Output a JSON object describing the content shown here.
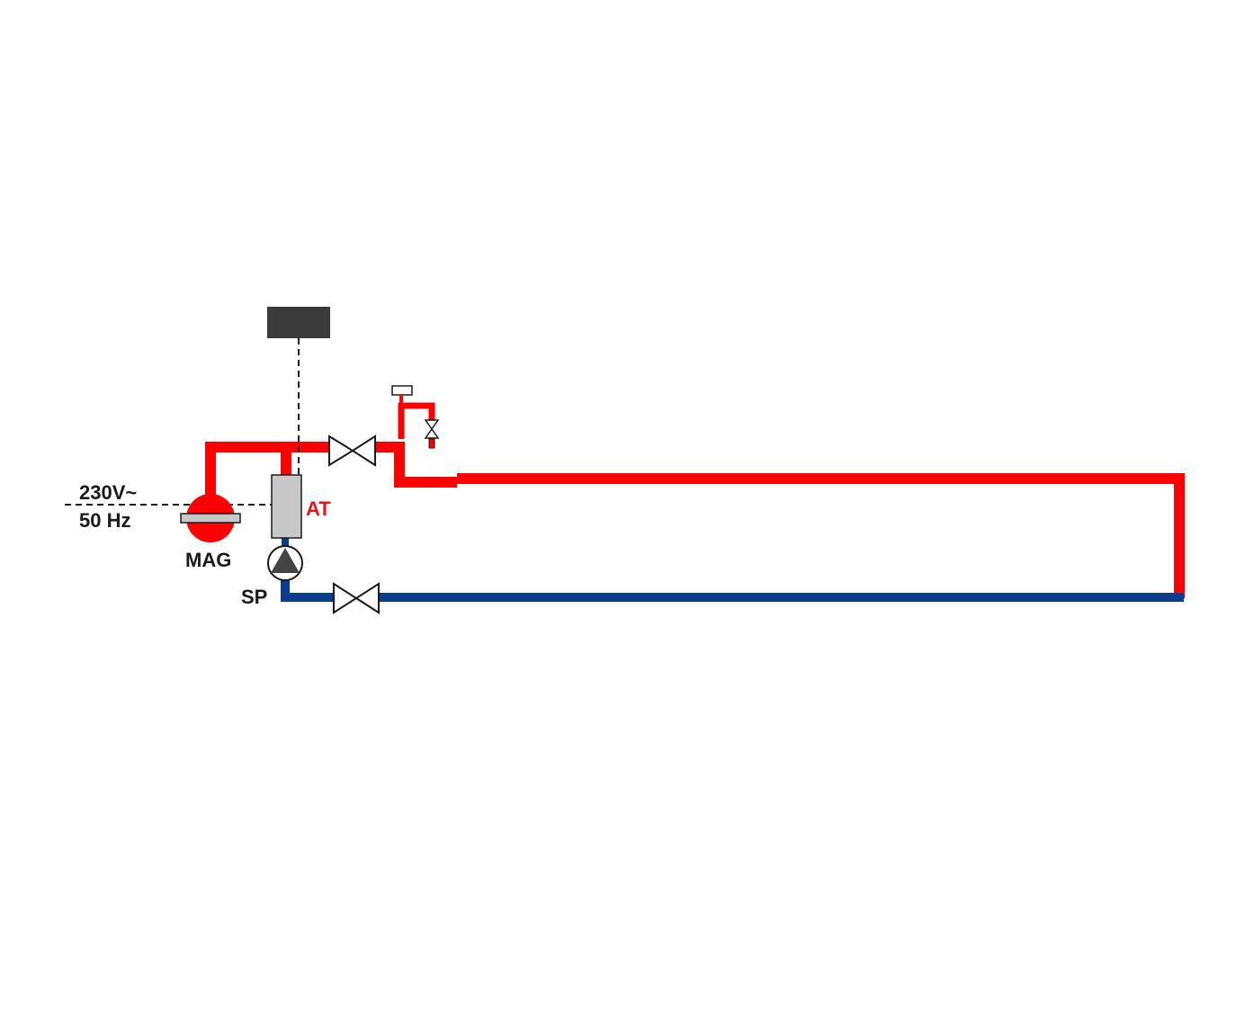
{
  "labels": {
    "supply_voltage": "230V~",
    "supply_frequency": "50 Hz",
    "expansion_vessel": "MAG",
    "heater": "AT",
    "pump": "SP"
  },
  "colors": {
    "supply_pipe": "#ff0000",
    "return_pipe": "#0b3d8c",
    "label_text": "#1a1a1a",
    "heater_label": "#e8141c",
    "controller": "#3a3a3a",
    "heater_body": "#c8c8c8"
  },
  "icons": {
    "valve": "butterfly-valve-icon",
    "pump": "circulation-pump-icon",
    "vessel": "expansion-vessel-icon",
    "controller": "controller-box-icon"
  }
}
